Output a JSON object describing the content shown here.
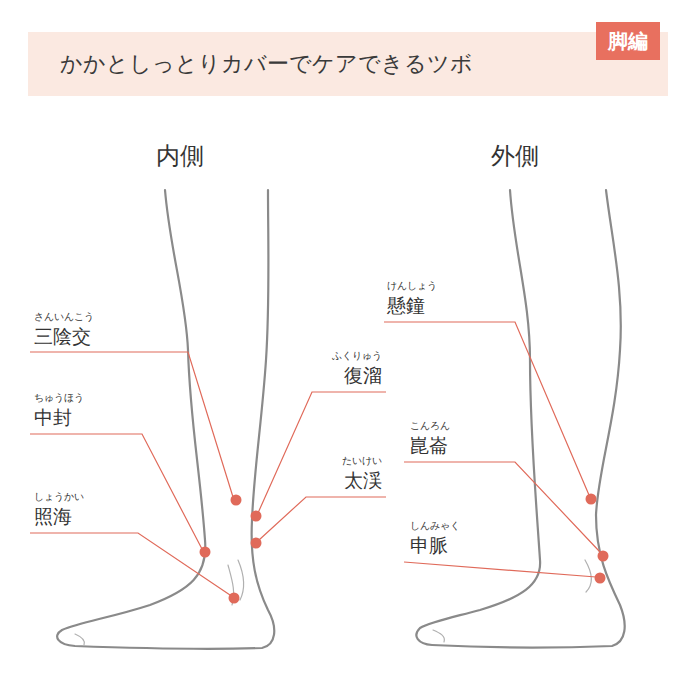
{
  "diagram": {
    "title": "かかとしっとりカバーでケアできるツボ",
    "nodes": [
      {
        "text": [
          "脚編"
        ]
      }
    ],
    "labels": [
      "内側",
      "外側",
      "さんいんこう",
      "三陰交",
      "ちゅうほう",
      "中封",
      "しょうかい",
      "照海",
      "ふくりゅう",
      "復溜",
      "たいけい",
      "太渓",
      "けんしょう",
      "懸鐘",
      "こんろん",
      "崑崙",
      "しんみゃく",
      "申脈"
    ]
  }
}
